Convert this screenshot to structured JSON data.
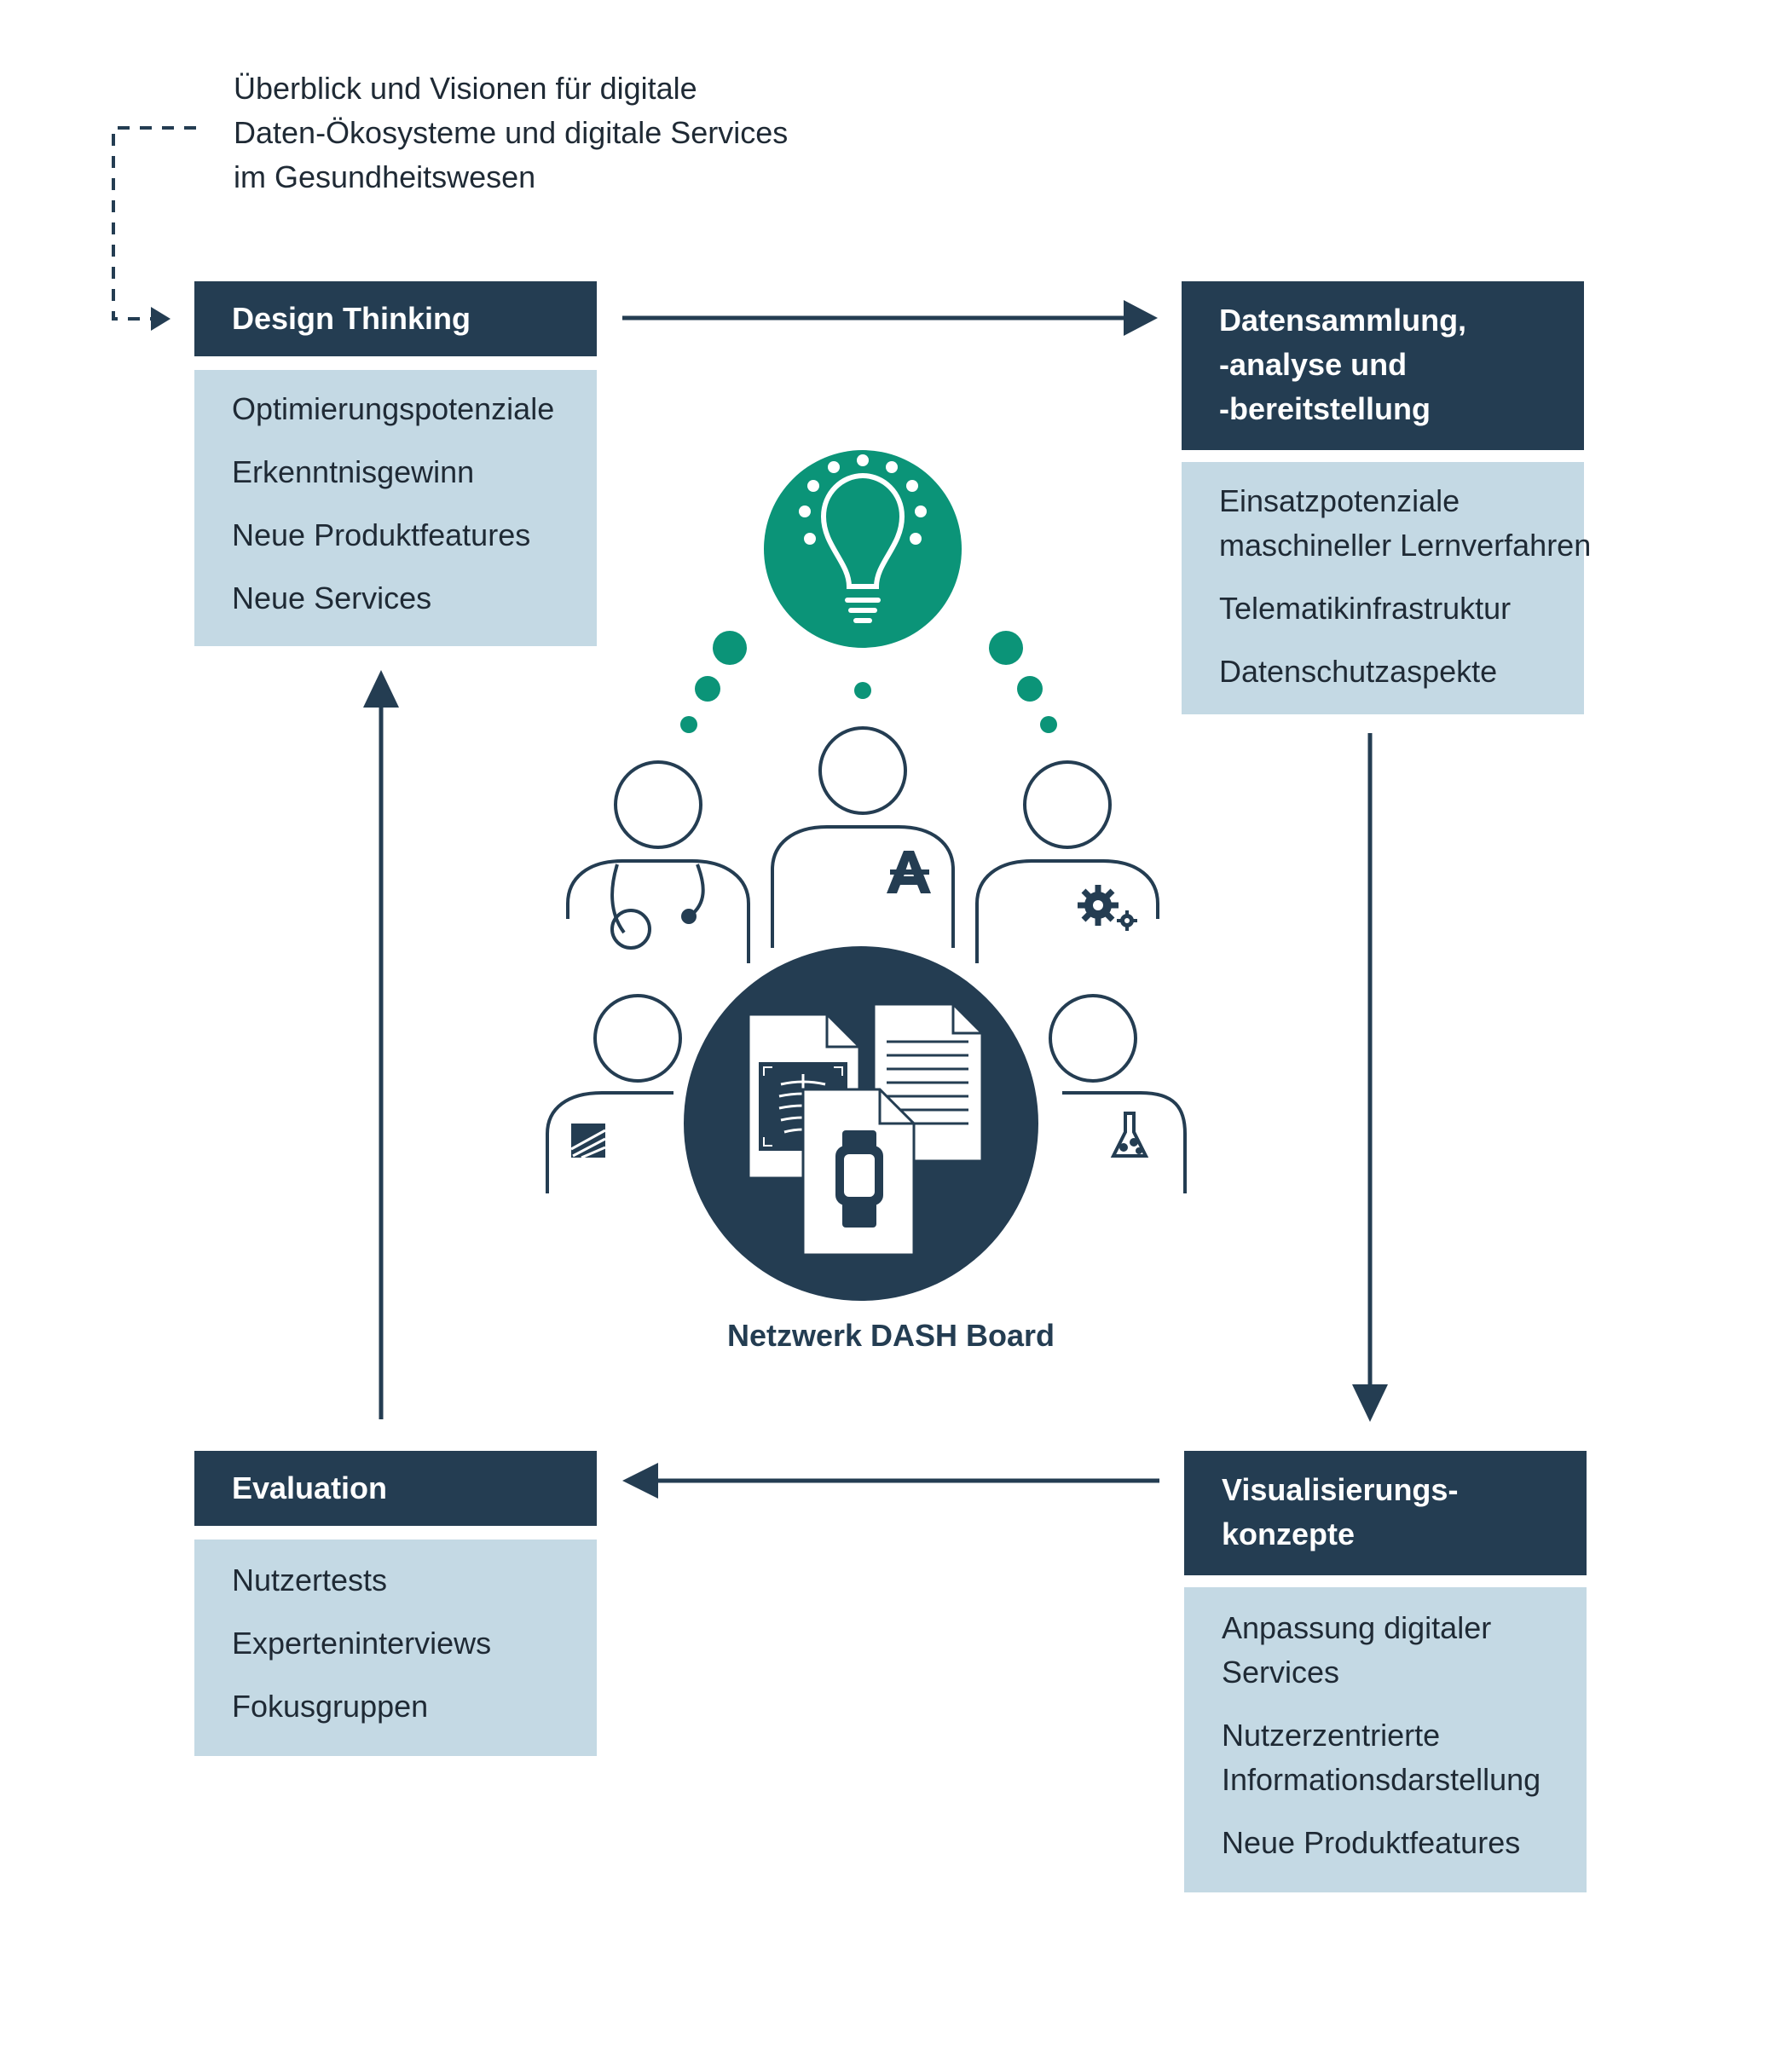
{
  "intro": {
    "lines": [
      "Überblick und Visionen für digitale",
      "Daten-Ökosysteme und digitale Services",
      "im Gesundheitswesen"
    ]
  },
  "boxes": {
    "design_thinking": {
      "title": [
        "Design Thinking"
      ],
      "items": [
        [
          "Optimierungspotenziale"
        ],
        [
          "Erkenntnisgewinn"
        ],
        [
          "Neue Produktfeatures"
        ],
        [
          "Neue Services"
        ]
      ]
    },
    "daten": {
      "title": [
        "Datensammlung,",
        "-analyse und",
        "-bereitstellung"
      ],
      "items": [
        [
          "Einsatzpotenziale",
          "maschineller Lernverfahren"
        ],
        [
          "Telematikinfrastruktur"
        ],
        [
          "Datenschutzaspekte"
        ]
      ]
    },
    "visualisierung": {
      "title": [
        "Visualisierungs-",
        "konzepte"
      ],
      "items": [
        [
          "Anpassung digitaler",
          "Services"
        ],
        [
          "Nutzerzentrierte",
          "Informationsdarstellung"
        ],
        [
          "Neue Produktfeatures"
        ]
      ]
    },
    "evaluation": {
      "title": [
        "Evaluation"
      ],
      "items": [
        [
          "Nutzertests"
        ],
        [
          "Experteninterviews"
        ],
        [
          "Fokusgruppen"
        ]
      ]
    }
  },
  "center": {
    "label": "Netzwerk DASH Board",
    "icons": [
      "lightbulb-icon",
      "doctor-icon",
      "pharmacy-icon",
      "engineer-icon",
      "institute-icon",
      "lab-icon",
      "xray-document-icon",
      "text-document-icon",
      "smartwatch-document-icon"
    ]
  },
  "colors": {
    "dark": "#243d52",
    "light": "#c4d9e4",
    "green": "#0b9478"
  }
}
